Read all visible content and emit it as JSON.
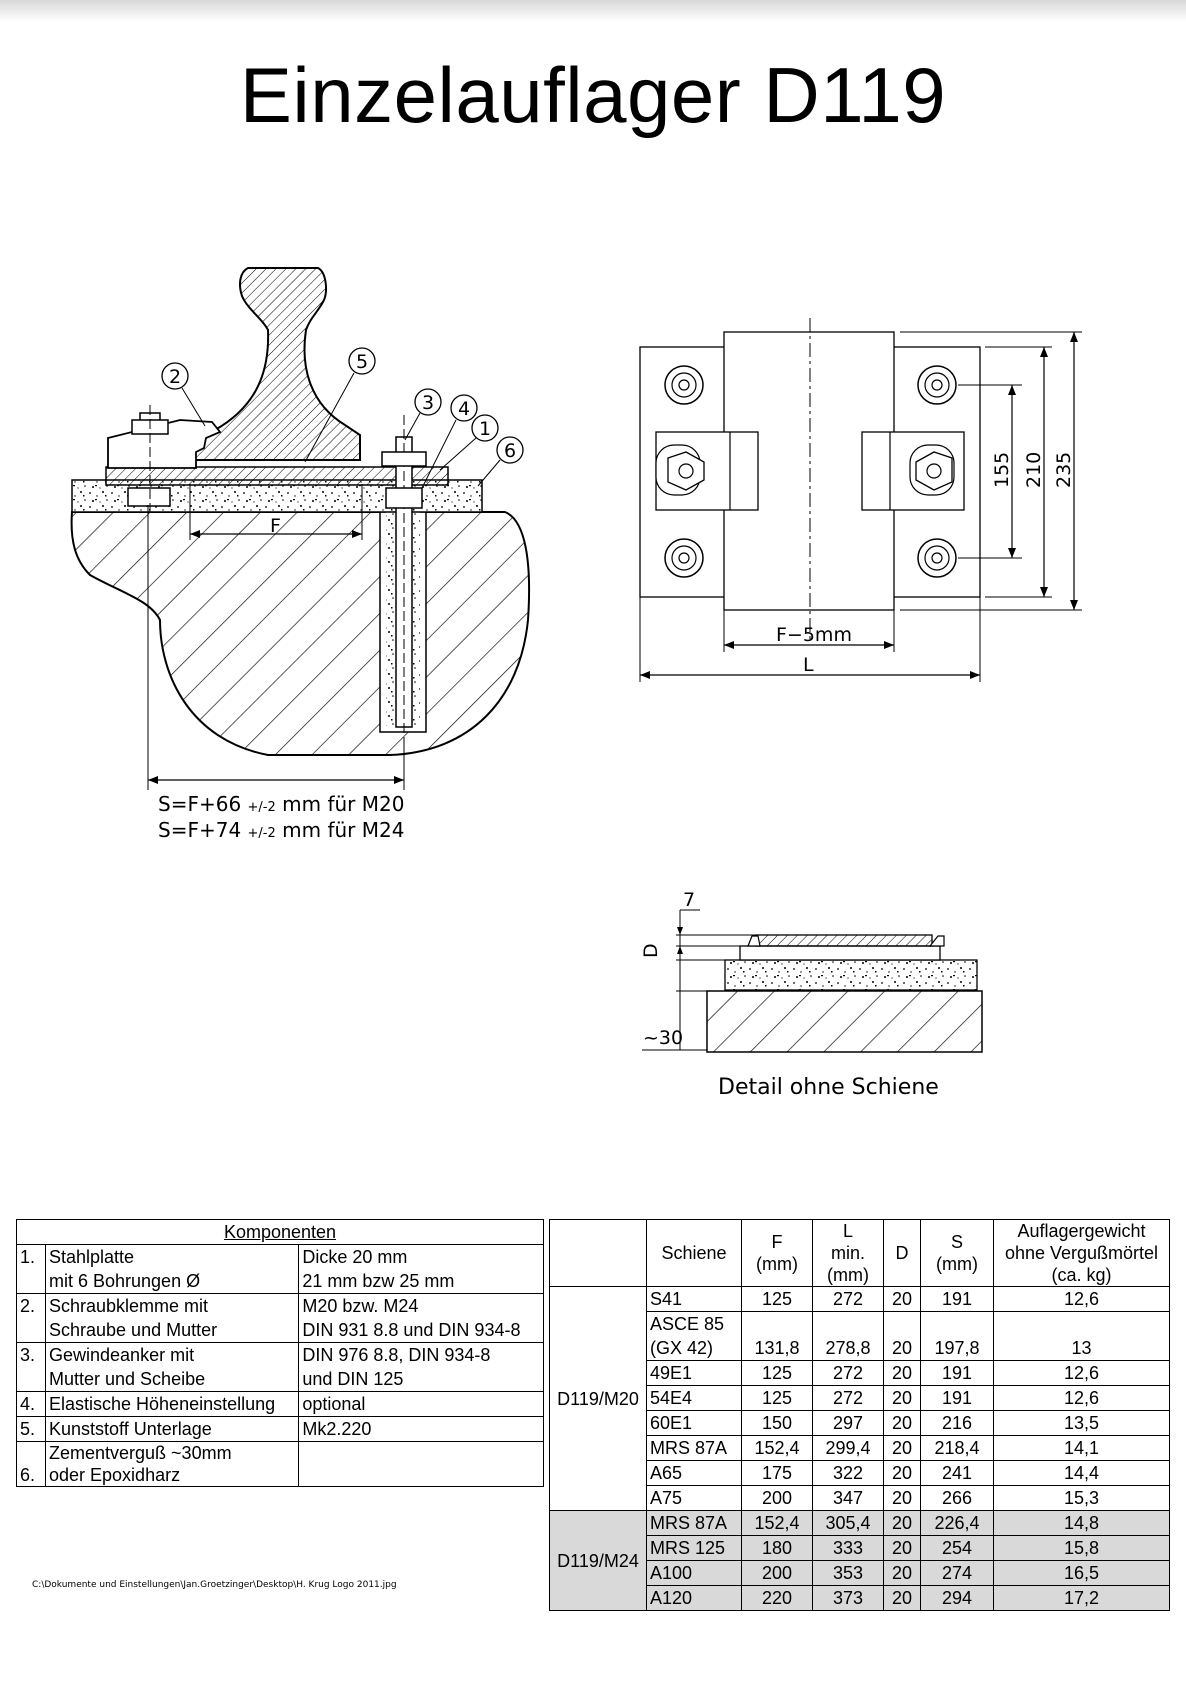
{
  "title": "Einzelauflager D119",
  "section_drawing": {
    "callouts": [
      "2",
      "5",
      "3",
      "4",
      "1",
      "6"
    ],
    "dim_F": "F",
    "formula_m20": {
      "main": "S=F+66",
      "tol": "+/-2",
      "rest": "mm für M20"
    },
    "formula_m24": {
      "main": "S=F+74",
      "tol": "+/-2",
      "rest": "mm für M24"
    }
  },
  "plan_drawing": {
    "dim_155": "155",
    "dim_210": "210",
    "dim_235": "235",
    "dim_f5": "F−5mm",
    "dim_L": "L"
  },
  "detail_drawing": {
    "dim_7": "7",
    "dim_D": "D",
    "dim_30": "~30",
    "caption": "Detail ohne Schiene"
  },
  "components": {
    "header": "Komponenten",
    "rows": [
      {
        "num": "1.",
        "name": "Stahlplatte",
        "value": "Dicke 20 mm"
      },
      {
        "num": "",
        "name": "mit 6 Bohrungen Ø",
        "value": "21 mm bzw 25 mm"
      },
      {
        "num": "2.",
        "name": "Schraubklemme mit",
        "value": "M20 bzw. M24"
      },
      {
        "num": "",
        "name": "Schraube und Mutter",
        "value": "DIN 931 8.8 und DIN 934-8"
      },
      {
        "num": "3.",
        "name": "Gewindeanker mit",
        "value": "DIN 976 8.8, DIN 934-8"
      },
      {
        "num": "",
        "name": "Mutter und Scheibe",
        "value": "und DIN 125"
      },
      {
        "num": "4.",
        "name": "Elastische Höheneinstellung",
        "value": "optional"
      },
      {
        "num": "5.",
        "name": "Kunststoff Unterlage",
        "value": "Mk2.220"
      },
      {
        "num": "6.",
        "name": "Zementverguß ~30mm",
        "name2": "oder Epoxidharz",
        "value": ""
      }
    ]
  },
  "spec_table": {
    "headers": {
      "schiene": "Schiene",
      "f": "F",
      "f_unit": "(mm)",
      "l": "L",
      "l2": "min.",
      "l_unit": "(mm)",
      "d": "D",
      "s": "S",
      "s_unit": "(mm)",
      "w1": "Auflagergewicht",
      "w2": "ohne Vergußmörtel",
      "w3": "(ca. kg)"
    },
    "group_m20": "D119/M20",
    "group_m24": "D119/M24",
    "asce_line1": "ASCE 85",
    "asce_line2": "(GX 42)",
    "rows_m20": [
      {
        "schiene": "S41",
        "f": "125",
        "l": "272",
        "d": "20",
        "s": "191",
        "w": "12,6"
      },
      {
        "schiene": "(GX 42)",
        "f": "131,8",
        "l": "278,8",
        "d": "20",
        "s": "197,8",
        "w": "13"
      },
      {
        "schiene": "49E1",
        "f": "125",
        "l": "272",
        "d": "20",
        "s": "191",
        "w": "12,6"
      },
      {
        "schiene": "54E4",
        "f": "125",
        "l": "272",
        "d": "20",
        "s": "191",
        "w": "12,6"
      },
      {
        "schiene": "60E1",
        "f": "150",
        "l": "297",
        "d": "20",
        "s": "216",
        "w": "13,5"
      },
      {
        "schiene": "MRS 87A",
        "f": "152,4",
        "l": "299,4",
        "d": "20",
        "s": "218,4",
        "w": "14,1"
      },
      {
        "schiene": "A65",
        "f": "175",
        "l": "322",
        "d": "20",
        "s": "241",
        "w": "14,4"
      },
      {
        "schiene": "A75",
        "f": "200",
        "l": "347",
        "d": "20",
        "s": "266",
        "w": "15,3"
      }
    ],
    "rows_m24": [
      {
        "schiene": "MRS 87A",
        "f": "152,4",
        "l": "305,4",
        "d": "20",
        "s": "226,4",
        "w": "14,8"
      },
      {
        "schiene": "MRS 125",
        "f": "180",
        "l": "333",
        "d": "20",
        "s": "254",
        "w": "15,8"
      },
      {
        "schiene": "A100",
        "f": "200",
        "l": "353",
        "d": "20",
        "s": "274",
        "w": "16,5"
      },
      {
        "schiene": "A120",
        "f": "220",
        "l": "373",
        "d": "20",
        "s": "294",
        "w": "17,2"
      }
    ]
  },
  "file_path": "C:\\Dokumente und Einstellungen\\Jan.Groetzinger\\Desktop\\H. Krug Logo 2011.jpg"
}
